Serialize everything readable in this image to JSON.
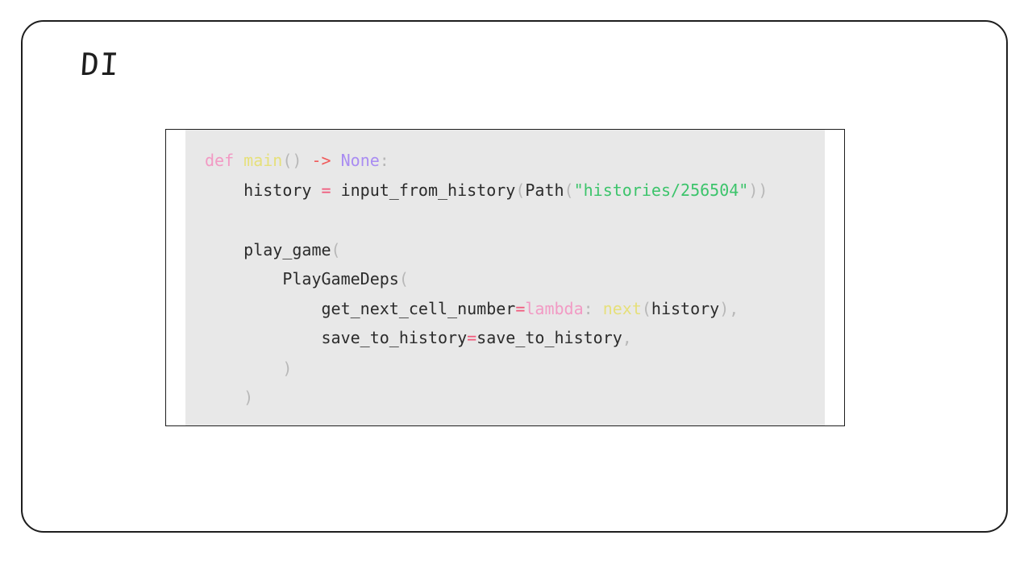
{
  "slide": {
    "title": "DI"
  },
  "code": {
    "lines": [
      {
        "tokens": [
          {
            "text": "def",
            "kind": "keyword"
          },
          {
            "text": " ",
            "kind": "ident"
          },
          {
            "text": "main",
            "kind": "func"
          },
          {
            "text": "()",
            "kind": "punct"
          },
          {
            "text": " ",
            "kind": "ident"
          },
          {
            "text": "->",
            "kind": "arrow"
          },
          {
            "text": " ",
            "kind": "ident"
          },
          {
            "text": "None",
            "kind": "type"
          },
          {
            "text": ":",
            "kind": "punct"
          }
        ]
      },
      {
        "tokens": [
          {
            "text": "    history ",
            "kind": "ident"
          },
          {
            "text": "=",
            "kind": "op"
          },
          {
            "text": " input_from_history",
            "kind": "ident"
          },
          {
            "text": "(",
            "kind": "punct"
          },
          {
            "text": "Path",
            "kind": "ident"
          },
          {
            "text": "(",
            "kind": "punct"
          },
          {
            "text": "\"histories/256504\"",
            "kind": "string"
          },
          {
            "text": "))",
            "kind": "punct"
          }
        ]
      },
      {
        "tokens": []
      },
      {
        "tokens": [
          {
            "text": "    play_game",
            "kind": "ident"
          },
          {
            "text": "(",
            "kind": "punct"
          }
        ]
      },
      {
        "tokens": [
          {
            "text": "        PlayGameDeps",
            "kind": "ident"
          },
          {
            "text": "(",
            "kind": "punct"
          }
        ]
      },
      {
        "tokens": [
          {
            "text": "            get_next_cell_number",
            "kind": "ident"
          },
          {
            "text": "=",
            "kind": "op"
          },
          {
            "text": "lambda",
            "kind": "keyword"
          },
          {
            "text": ": ",
            "kind": "punct"
          },
          {
            "text": "next",
            "kind": "func"
          },
          {
            "text": "(",
            "kind": "punct"
          },
          {
            "text": "history",
            "kind": "ident"
          },
          {
            "text": "),",
            "kind": "punct"
          }
        ]
      },
      {
        "tokens": [
          {
            "text": "            save_to_history",
            "kind": "ident"
          },
          {
            "text": "=",
            "kind": "op"
          },
          {
            "text": "save_to_history",
            "kind": "ident"
          },
          {
            "text": ",",
            "kind": "punct"
          }
        ]
      },
      {
        "tokens": [
          {
            "text": "        )",
            "kind": "punct"
          }
        ]
      },
      {
        "tokens": [
          {
            "text": "    )",
            "kind": "punct"
          }
        ]
      }
    ]
  }
}
